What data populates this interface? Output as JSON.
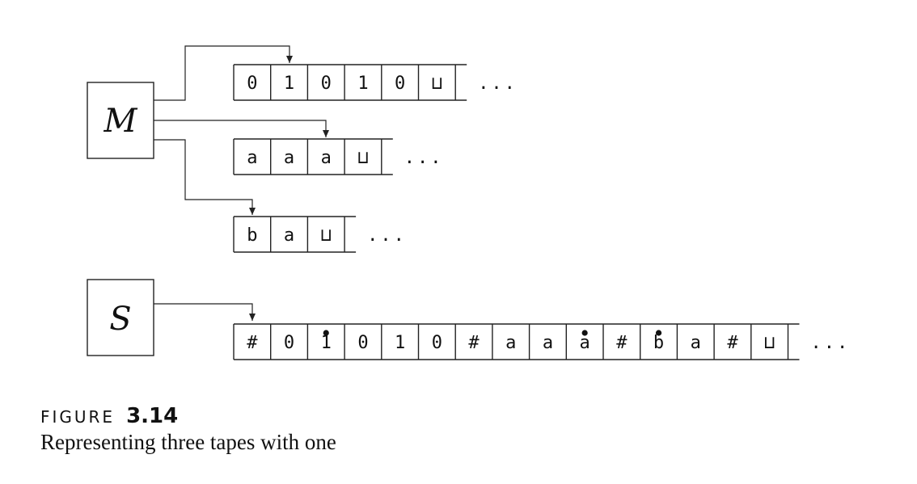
{
  "multitape_machine": {
    "label": "M",
    "tapes": [
      {
        "cells": [
          "0",
          "1",
          "0",
          "1",
          "0",
          "⊔"
        ],
        "head_index": 1,
        "continuation": "..."
      },
      {
        "cells": [
          "a",
          "a",
          "a",
          "⊔"
        ],
        "head_index": 2,
        "continuation": "..."
      },
      {
        "cells": [
          "b",
          "a",
          "⊔"
        ],
        "head_index": 0,
        "continuation": "..."
      }
    ]
  },
  "single_tape_machine": {
    "label": "S",
    "tape": {
      "cells": [
        "#",
        "0",
        "1",
        "0",
        "1",
        "0",
        "#",
        "a",
        "a",
        "a",
        "#",
        "b",
        "a",
        "#",
        "⊔"
      ],
      "dotted_indices": [
        2,
        9,
        11
      ],
      "continuation": "..."
    }
  },
  "caption": {
    "label": "FIGURE",
    "number": "3.14",
    "text": "Representing three tapes with one"
  }
}
